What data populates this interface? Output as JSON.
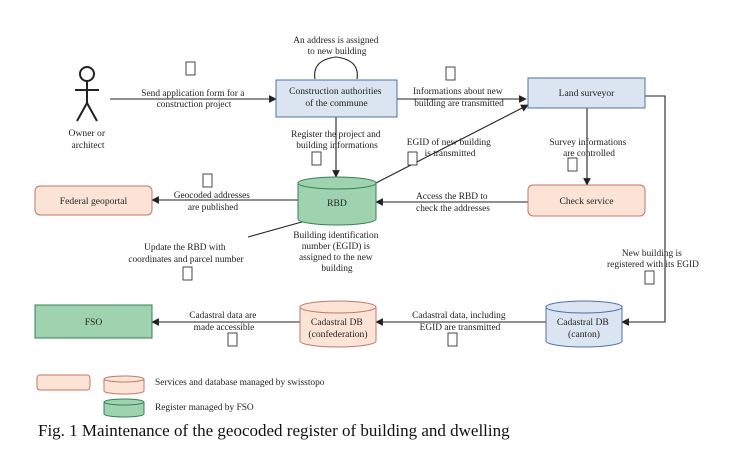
{
  "colors": {
    "blue_fill": "#dbe5f1",
    "blue_stroke": "#4f6fa8",
    "peach_fill": "#fbe4d5",
    "peach_stroke": "#c0776a",
    "green_fill": "#9fd3b0",
    "green_stroke": "#3a7d56",
    "line": "#222222"
  },
  "nodes": {
    "construction_authorities": [
      "Construction authorities",
      "of the commune"
    ],
    "land_surveyor": "Land surveyor",
    "check_service": "Check service",
    "federal_geoportal": "Federal geoportal",
    "rbd": "RBD",
    "fso": "FSO",
    "cadastral_db_confederation": [
      "Cadastral DB",
      "(confederation)"
    ],
    "cadastral_db_canton": [
      "Cadastral DB",
      "(canton)"
    ],
    "owner": [
      "Owner or",
      "architect"
    ]
  },
  "labels": {
    "address_assigned": [
      "An address is assigned",
      "to new building"
    ],
    "send_application": [
      "Send application form for a",
      "construction project"
    ],
    "informations_transmitted": [
      "Informations about new",
      "building are transmitted"
    ],
    "register_project": [
      "Register the project and",
      "building informations"
    ],
    "egid_transmitted": [
      "EGID of new building",
      "is transmitted"
    ],
    "survey_controlled": [
      "Survey informations",
      "are controlled"
    ],
    "geocoded_published": [
      "Geocoded addresses",
      "are published"
    ],
    "access_rbd": [
      "Access the RBD to",
      "check the addresses"
    ],
    "update_rbd": [
      "Update the RBD with",
      "coordinates and parcel number"
    ],
    "egid_number": [
      "Building identification",
      "number (EGID) is",
      "assigned to the new",
      "building"
    ],
    "registered_egid": [
      "New building is",
      "registered with its EGID"
    ],
    "cadastral_accessible": [
      "Cadastral data are",
      "made accessible"
    ],
    "cadastral_including": [
      "Cadastral data, including",
      "EGID are transmitted"
    ]
  },
  "legend": {
    "swisstopo": "Services and database managed by swisstopo",
    "fso": "Register managed by FSO"
  },
  "caption": "Fig. 1 Maintenance of the geocoded register of building and dwelling"
}
